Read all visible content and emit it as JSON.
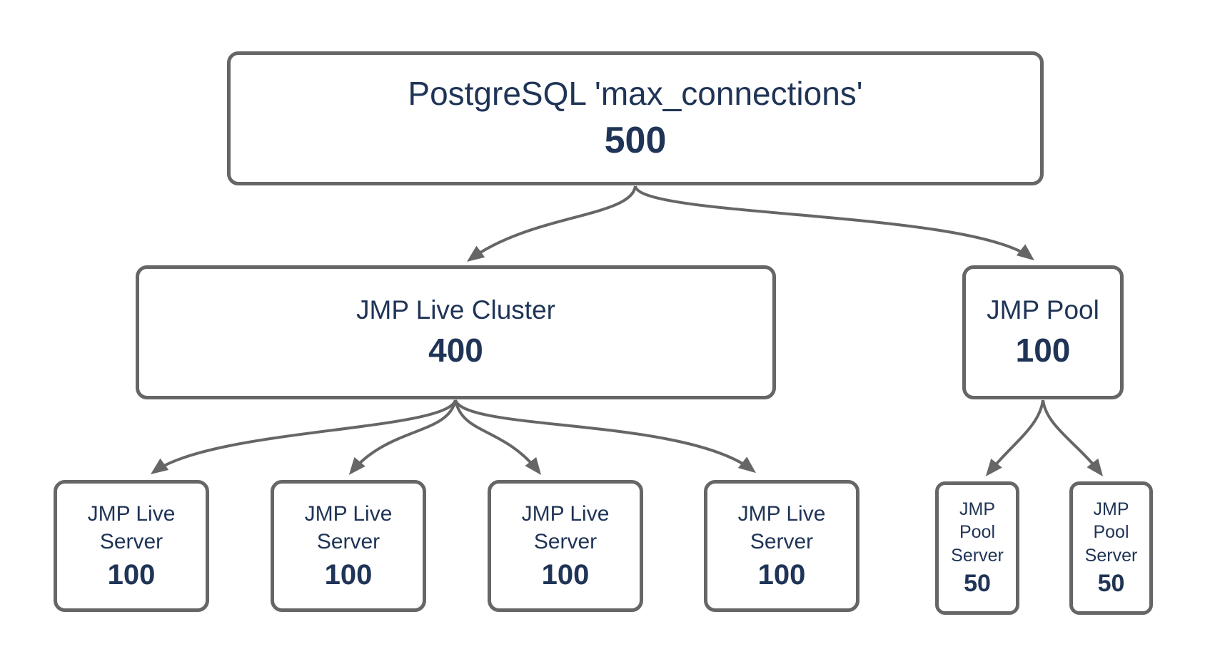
{
  "nodes": {
    "root": {
      "label": "PostgreSQL 'max_connections'",
      "value": "500"
    },
    "cluster": {
      "label": "JMP Live Cluster",
      "value": "400"
    },
    "pool": {
      "label": "JMP Pool",
      "value": "100"
    },
    "live1": {
      "label": "JMP Live Server",
      "value": "100"
    },
    "live2": {
      "label": "JMP Live Server",
      "value": "100"
    },
    "live3": {
      "label": "JMP Live Server",
      "value": "100"
    },
    "live4": {
      "label": "JMP Live Server",
      "value": "100"
    },
    "pools1": {
      "label": "JMP Pool Server",
      "value": "50"
    },
    "pools2": {
      "label": "JMP Pool Server",
      "value": "50"
    }
  },
  "edges": [
    {
      "from": "root",
      "to": "cluster"
    },
    {
      "from": "root",
      "to": "pool"
    },
    {
      "from": "cluster",
      "to": "live1"
    },
    {
      "from": "cluster",
      "to": "live2"
    },
    {
      "from": "cluster",
      "to": "live3"
    },
    {
      "from": "cluster",
      "to": "live4"
    },
    {
      "from": "pool",
      "to": "pools1"
    },
    {
      "from": "pool",
      "to": "pools2"
    }
  ],
  "colors": {
    "text": "#1f3456",
    "line": "#666666",
    "background": "#ffffff"
  }
}
